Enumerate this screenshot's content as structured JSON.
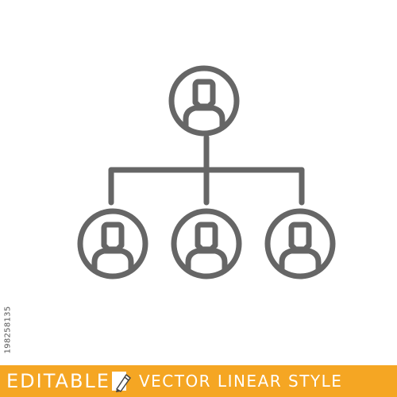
{
  "banner": {
    "editable_label": "EDITABLE",
    "tagline": "VECTOR LINEAR STYLE",
    "background": "#f5a623"
  },
  "icon": {
    "name": "hierarchy-org-chart",
    "stroke_color": "#666666"
  },
  "stock_id": "198258135",
  "colors": {
    "background": "#ffffff",
    "icon_stroke": "#666666",
    "banner": "#f5a623",
    "banner_text": "#ffffff"
  }
}
